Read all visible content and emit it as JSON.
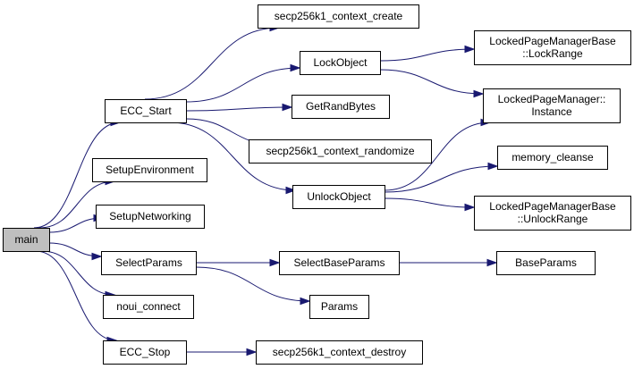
{
  "graph": {
    "nodes": [
      {
        "id": "main",
        "lines": [
          "main"
        ],
        "root": true
      },
      {
        "id": "ecc_start",
        "lines": [
          "ECC_Start"
        ]
      },
      {
        "id": "setup_env",
        "lines": [
          "SetupEnvironment"
        ]
      },
      {
        "id": "setup_net",
        "lines": [
          "SetupNetworking"
        ]
      },
      {
        "id": "select_params",
        "lines": [
          "SelectParams"
        ]
      },
      {
        "id": "noui_connect",
        "lines": [
          "noui_connect"
        ]
      },
      {
        "id": "ecc_stop",
        "lines": [
          "ECC_Stop"
        ]
      },
      {
        "id": "ctx_create",
        "lines": [
          "secp256k1_context_create"
        ]
      },
      {
        "id": "lock_object",
        "lines": [
          "LockObject"
        ]
      },
      {
        "id": "get_rand_bytes",
        "lines": [
          "GetRandBytes"
        ]
      },
      {
        "id": "ctx_randomize",
        "lines": [
          "secp256k1_context_randomize"
        ]
      },
      {
        "id": "unlock_object",
        "lines": [
          "UnlockObject"
        ]
      },
      {
        "id": "select_base_params",
        "lines": [
          "SelectBaseParams"
        ]
      },
      {
        "id": "params",
        "lines": [
          "Params"
        ]
      },
      {
        "id": "ctx_destroy",
        "lines": [
          "secp256k1_context_destroy"
        ]
      },
      {
        "id": "lpmb_lockrange",
        "lines": [
          "LockedPageManagerBase",
          "::LockRange"
        ]
      },
      {
        "id": "lpm_instance",
        "lines": [
          "LockedPageManager::",
          "Instance"
        ]
      },
      {
        "id": "memory_cleanse",
        "lines": [
          "memory_cleanse"
        ]
      },
      {
        "id": "lpmb_unlockrange",
        "lines": [
          "LockedPageManagerBase",
          "::UnlockRange"
        ]
      },
      {
        "id": "base_params",
        "lines": [
          "BaseParams"
        ]
      }
    ],
    "edges": [
      {
        "from": "main",
        "to": "ecc_start"
      },
      {
        "from": "main",
        "to": "setup_env"
      },
      {
        "from": "main",
        "to": "setup_net"
      },
      {
        "from": "main",
        "to": "select_params"
      },
      {
        "from": "main",
        "to": "noui_connect"
      },
      {
        "from": "main",
        "to": "ecc_stop"
      },
      {
        "from": "ecc_start",
        "to": "ctx_create"
      },
      {
        "from": "ecc_start",
        "to": "lock_object"
      },
      {
        "from": "ecc_start",
        "to": "get_rand_bytes"
      },
      {
        "from": "ecc_start",
        "to": "ctx_randomize"
      },
      {
        "from": "ecc_start",
        "to": "unlock_object"
      },
      {
        "from": "lock_object",
        "to": "lpmb_lockrange"
      },
      {
        "from": "lock_object",
        "to": "lpm_instance"
      },
      {
        "from": "unlock_object",
        "to": "lpm_instance"
      },
      {
        "from": "unlock_object",
        "to": "memory_cleanse"
      },
      {
        "from": "unlock_object",
        "to": "lpmb_unlockrange"
      },
      {
        "from": "select_params",
        "to": "select_base_params"
      },
      {
        "from": "select_params",
        "to": "params"
      },
      {
        "from": "select_base_params",
        "to": "base_params"
      },
      {
        "from": "ecc_stop",
        "to": "ctx_destroy"
      }
    ]
  }
}
